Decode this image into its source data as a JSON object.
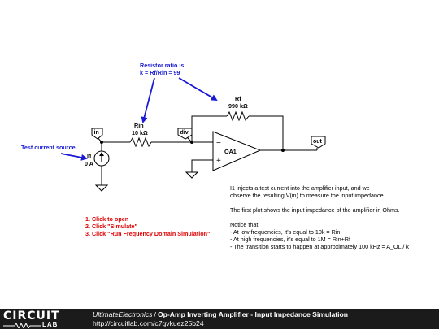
{
  "schematic": {
    "annotation_ratio": [
      "Resistor ratio is",
      "k = Rf/Rin = 99"
    ],
    "annotation_source": "Test current source",
    "rf": {
      "name": "Rf",
      "value": "990 kΩ"
    },
    "rin": {
      "name": "Rin",
      "value": "10 kΩ"
    },
    "source": {
      "name": "I1",
      "value": "0 A"
    },
    "opamp": {
      "name": "OA1",
      "minus": "−",
      "plus": "+"
    },
    "labels": {
      "in": "in",
      "div": "div",
      "out": "out"
    },
    "colors": {
      "annotation": "#1a1ad6",
      "steps": "#e00000",
      "wire": "#000000"
    }
  },
  "description": [
    "I1 injects a test current into the amplifier input, and we",
    "observe the resulting V(in) to measure the input impedance.",
    "",
    "The first plot shows the input impedance of the amplifier in Ohms.",
    "",
    "Notice that:",
    "- At low frequencies, it's equal to 10k = Rin",
    "- At high frequencies, it's equal to 1M = Rin+Rf",
    "- The transition starts to happen at approximately 100 kHz = A_OL / k"
  ],
  "steps": [
    "1. Click to open",
    "2. Click \"Simulate\"",
    "3. Click \"Run Frequency Domain Simulation\""
  ],
  "footer": {
    "logo_top": "CIRCUIT",
    "logo_bottom": "LAB",
    "user": "UltimateElectronics",
    "separator": "/",
    "title": "Op-Amp Inverting Amplifier - Input Impedance Simulation",
    "url": "http://circuitlab.com/c7gvkuez25b24"
  }
}
